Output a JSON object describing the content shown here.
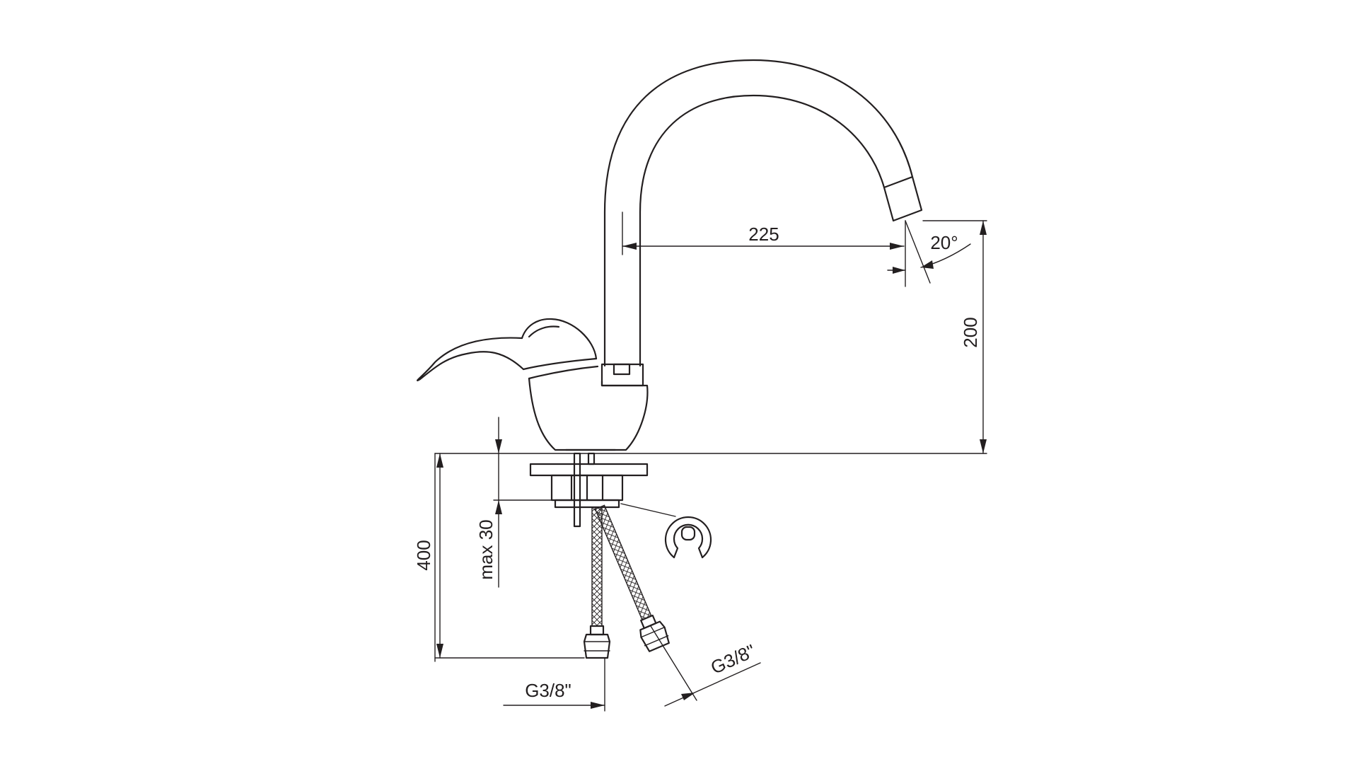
{
  "colors": {
    "line": "#231f20",
    "background": "#ffffff"
  },
  "dimensions": {
    "reach": "225",
    "spout_angle": "20°",
    "spout_height": "200",
    "hose_length": "400",
    "max_counter_thickness": "max 30",
    "thread_vertical_hose": "G3/8\"",
    "thread_angled_hose": "G3/8\""
  }
}
